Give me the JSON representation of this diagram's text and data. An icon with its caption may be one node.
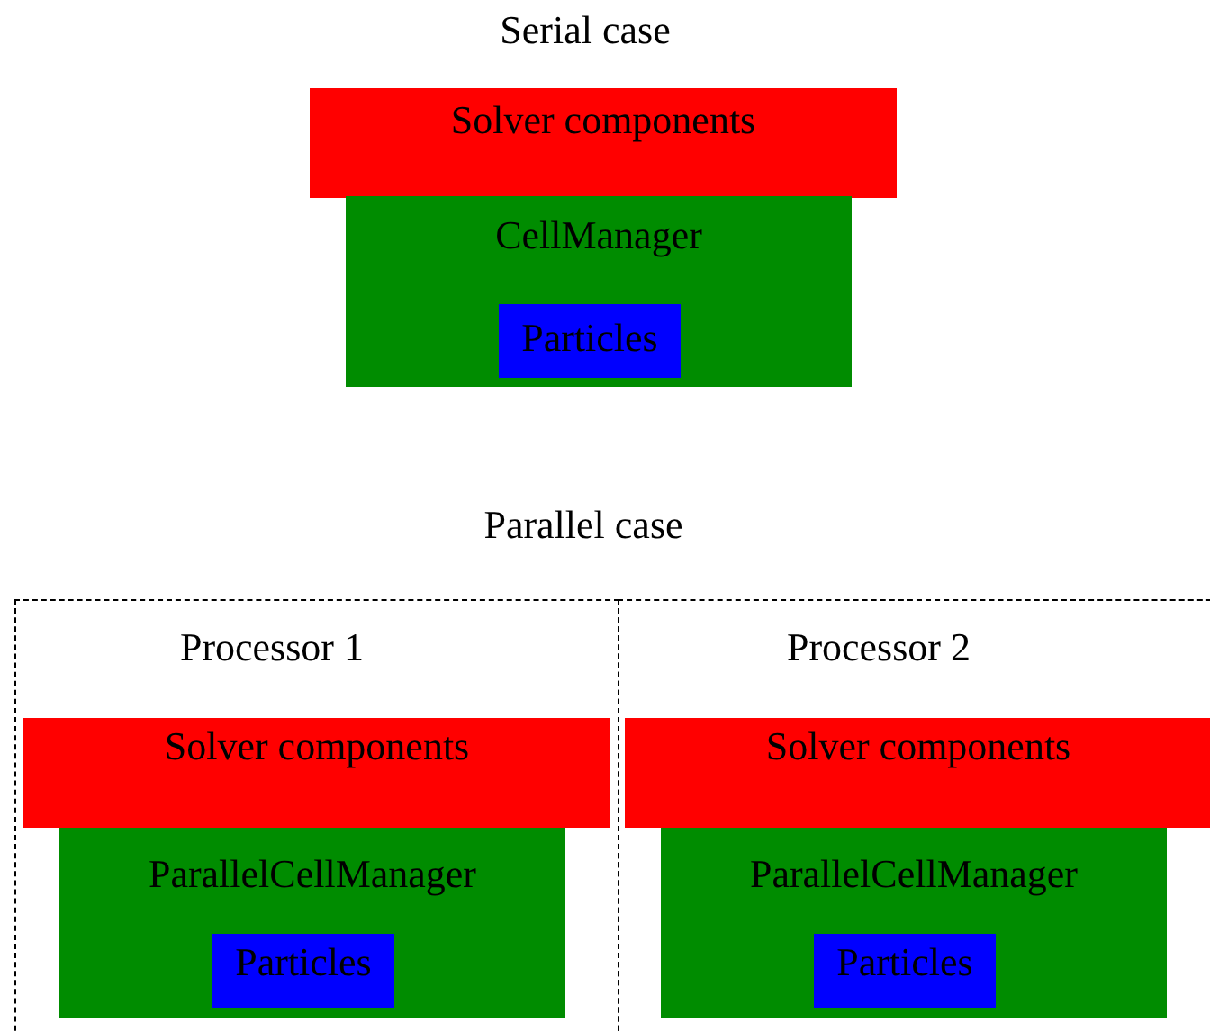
{
  "diagram": {
    "title": "Serial case",
    "nodes": [
      {
        "text": [
          "Solver components"
        ]
      },
      {
        "text": [
          "CellManager"
        ]
      },
      {
        "text": [
          "Particles"
        ],
        "in": 1
      },
      {
        "text": [
          "Processor 1"
        ]
      },
      {
        "text": [
          "Solver components"
        ],
        "in": 3
      },
      {
        "text": [
          "ParallelCellManager"
        ],
        "in": 3
      },
      {
        "text": [
          "Particles"
        ],
        "in": 5
      },
      {
        "text": [
          "Processor 2"
        ]
      },
      {
        "text": [
          "Solver components"
        ],
        "in": 7
      },
      {
        "text": [
          "ParallelCellManager"
        ],
        "in": 7
      },
      {
        "text": [
          "Particles"
        ],
        "in": 9
      }
    ],
    "labels": [
      "Parallel case"
    ]
  }
}
